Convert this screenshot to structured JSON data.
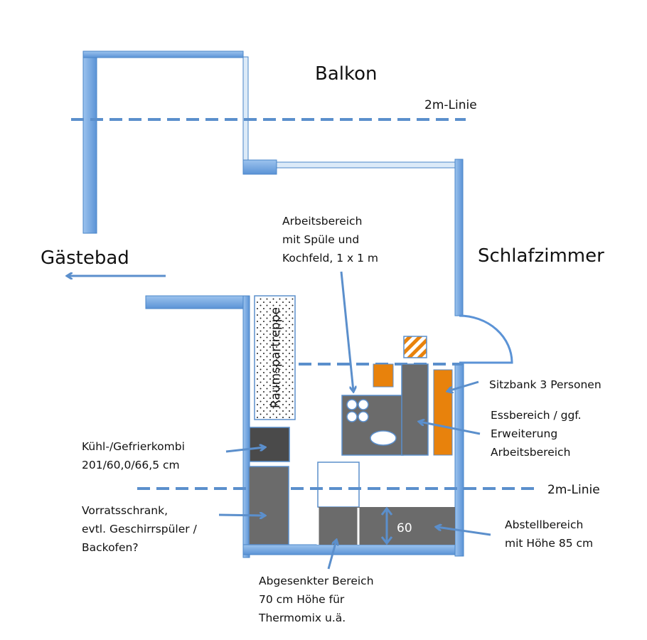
{
  "title": "Küchenplanung Grundriss",
  "colors": {
    "wall": "#6fa3e0",
    "wall_dark": "#4a86c8",
    "wall_light": "#dceaf8",
    "counter": "#6b6b6b",
    "fridge": "#4a4a4a",
    "bench": "#e8820c",
    "arrow": "#5b8fcc",
    "dashed": "#5b8fcc"
  },
  "rooms": {
    "balkon": "Balkon",
    "gaestebad": "Gästebad",
    "schlafzimmer": "Schlafzimmer"
  },
  "lines": {
    "top_2m": "2m-Linie",
    "bottom_2m": "2m-Linie"
  },
  "stairs_label": "Raumspartreppe",
  "dimension_label": "60",
  "annotations": {
    "arbeitsbereich": [
      "Arbeitsbereich",
      "mit Spüle und",
      "Kochfeld, 1 x 1 m"
    ],
    "sitzbank": [
      "Sitzbank 3 Personen"
    ],
    "essbereich": [
      "Essbereich / ggf.",
      "Erweiterung",
      "Arbeitsbereich"
    ],
    "kuehl": [
      "Kühl-/Gefrierkombi",
      "201/60,0/66,5 cm"
    ],
    "vorrat": [
      "Vorratsschrank,",
      "evtl. Geschirrspüler /",
      "Backofen?"
    ],
    "abstell": [
      "Abstellbereich",
      "mit Höhe 85 cm"
    ],
    "abgesenkt": [
      "Abgesenkter Bereich",
      "70 cm Höhe für",
      "Thermomix u.ä."
    ]
  }
}
